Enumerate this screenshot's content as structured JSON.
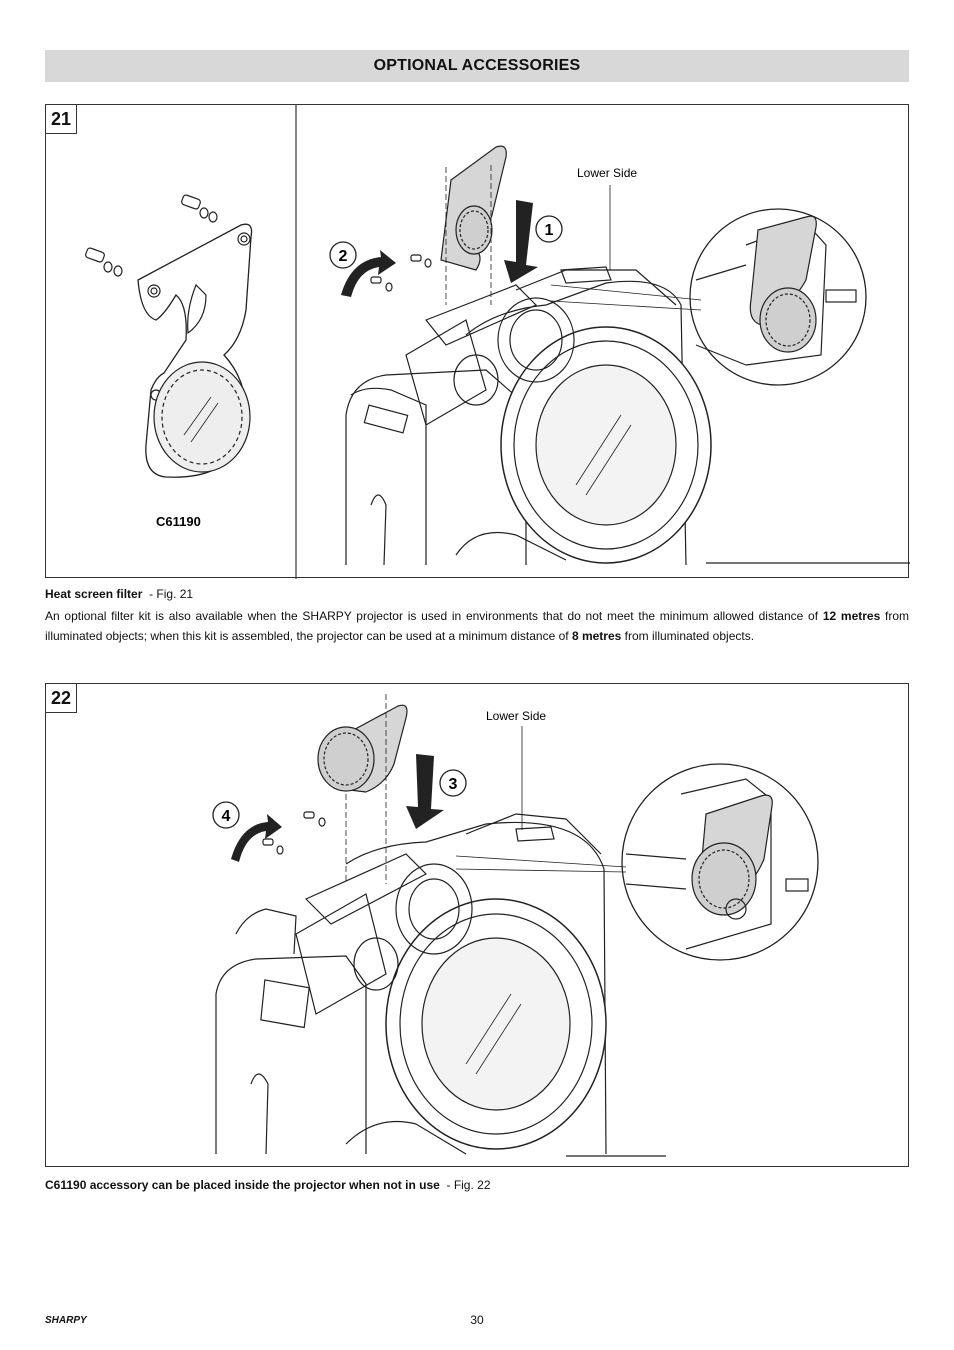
{
  "header": {
    "title": "OPTIONAL ACCESSORIES"
  },
  "fig21": {
    "number": "21",
    "part_code": "C61190",
    "lower_side_label": "Lower Side",
    "step1": "1",
    "step2": "2"
  },
  "fig22": {
    "number": "22",
    "lower_side_label": "Lower Side",
    "step3": "3",
    "step4": "4"
  },
  "caption21": {
    "title": "Heat screen filter",
    "ref": "- Fig. 21"
  },
  "paragraph": {
    "part1": "An optional filter kit is also available when the SHARPY projector is used in environments that do not meet the minimum allowed distance of ",
    "bold1": "12 metres",
    "part2": " from illuminated objects; when this kit is assembled, the projector can be used at a minimum distance of ",
    "bold2": "8 metres",
    "part3": " from illuminated objects."
  },
  "caption22": {
    "title": "C61190 accessory can be placed inside the projector when not in use",
    "ref": "- Fig. 22"
  },
  "footer": {
    "brand": "SHARPY",
    "page": "30"
  }
}
